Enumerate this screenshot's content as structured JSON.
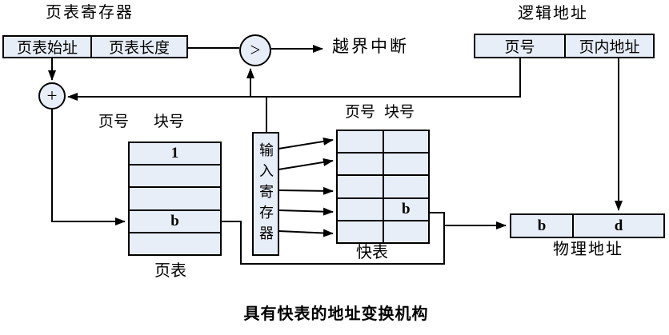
{
  "colors": {
    "cell_fill": "#e8eef7",
    "line": "#000000"
  },
  "page_table_register": {
    "title": "页表寄存器",
    "start_field": "页表始址",
    "length_field": "页表长度"
  },
  "adder": {
    "symbol": "+"
  },
  "comparator": {
    "symbol": ">"
  },
  "interrupt": {
    "label": "越界中断"
  },
  "logical_address": {
    "title": "逻辑地址",
    "page_field": "页号",
    "offset_field": "页内地址"
  },
  "input_register": {
    "label": "输入寄存器"
  },
  "page_table": {
    "header_page": "页号",
    "header_block": "块号",
    "rows": [
      "1",
      "",
      "",
      "b",
      ""
    ],
    "caption": "页表"
  },
  "tlb": {
    "header_page": "页号",
    "header_block": "块号",
    "rows": [
      [
        "",
        ""
      ],
      [
        "",
        ""
      ],
      [
        "",
        ""
      ],
      [
        "",
        "b"
      ],
      [
        "",
        ""
      ]
    ],
    "caption": "快表"
  },
  "physical_address": {
    "block_field": "b",
    "offset_field": "d",
    "caption": "物理地址"
  },
  "diagram": {
    "caption": "具有快表的地址变换机构"
  }
}
